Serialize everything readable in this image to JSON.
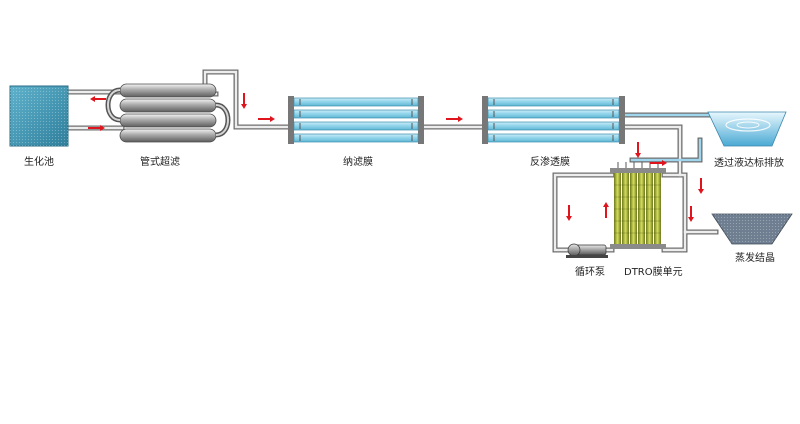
{
  "labels": {
    "bio_tank": "生化池",
    "tubular_uf": "管式超滤",
    "nanofiltration": "纳滤膜",
    "reverse_osmosis": "反渗透膜",
    "permeate_discharge": "透过液达标排放",
    "evaporation": "蒸发结晶",
    "circulation_pump": "循环泵",
    "dtro_unit": "DTRO膜单元"
  },
  "colors": {
    "pipe_outline": "#6f6f6f",
    "pipe_fill": "#e9e9e9",
    "flow_arrow": "#e0141c",
    "membrane_tube": "#8fd3ea",
    "tank": "#3f96b3",
    "clean_water": "#9fd6ee",
    "dtro_column": "#a8b636"
  }
}
